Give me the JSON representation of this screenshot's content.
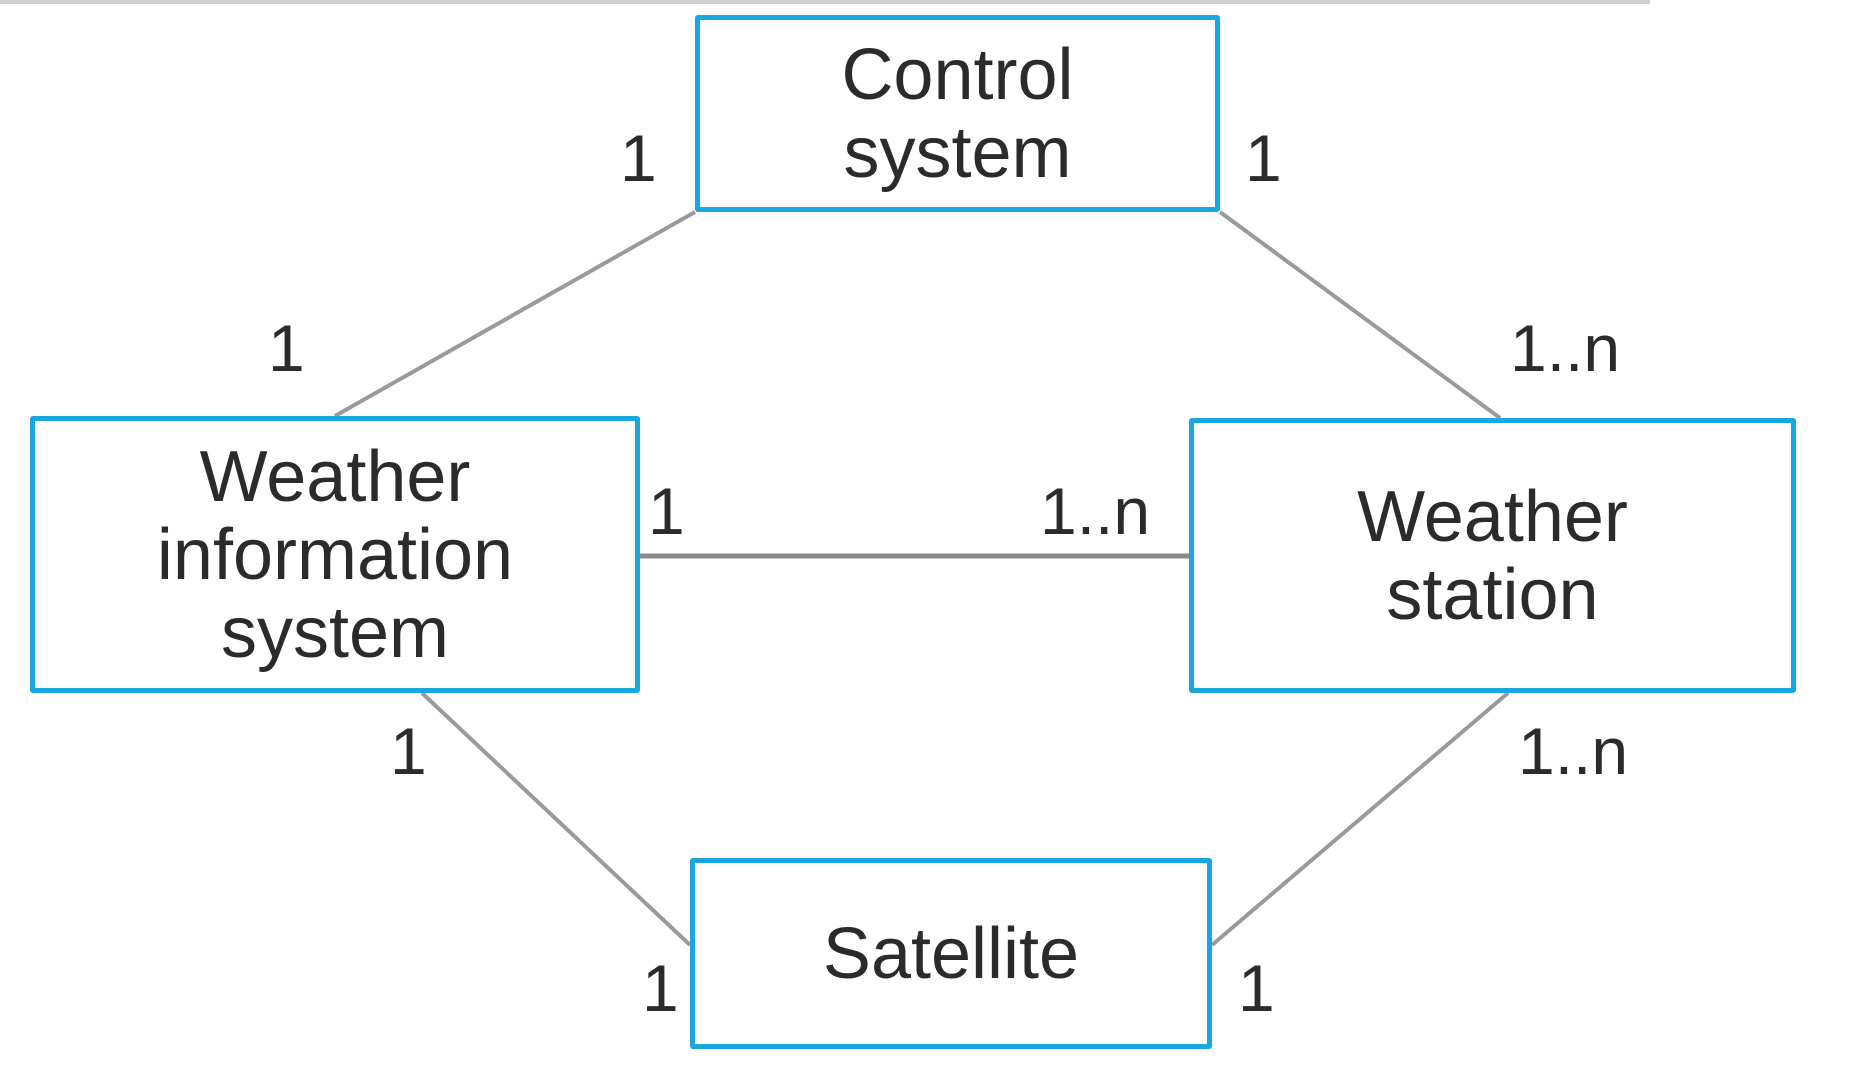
{
  "classes": {
    "control_system": "Control\nsystem",
    "weather_information_system": "Weather\ninformation\nsystem",
    "weather_station": "Weather\nstation",
    "satellite": "Satellite"
  },
  "multiplicities": {
    "control_to_wis_at_control": "1",
    "control_to_ws_at_control": "1",
    "control_to_wis_at_wis": "1",
    "control_to_ws_at_ws": "1..n",
    "wis_to_ws_at_wis": "1",
    "wis_to_ws_at_ws": "1..n",
    "wis_to_sat_at_wis": "1",
    "ws_to_sat_at_ws": "1..n",
    "wis_to_sat_at_sat": "1",
    "ws_to_sat_at_sat": "1"
  },
  "colors": {
    "box_border": "#1aa6e0",
    "line": "#9a9a9a",
    "text": "#2b2b2b"
  }
}
